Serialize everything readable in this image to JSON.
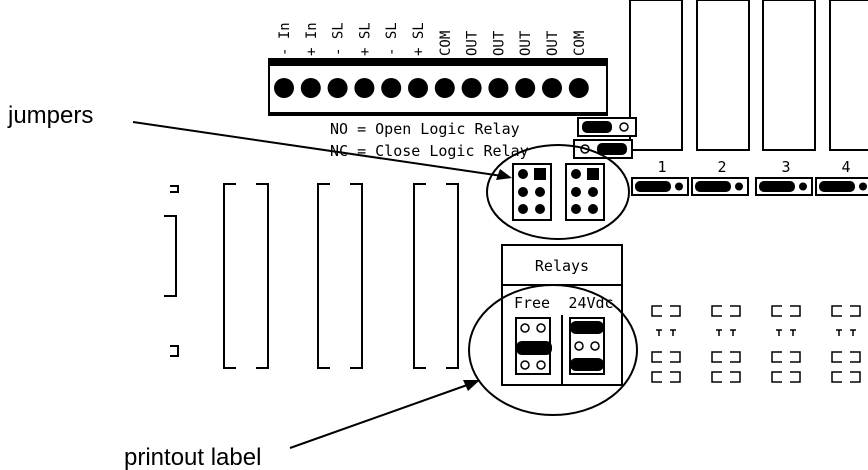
{
  "callouts": {
    "jumpers": "jumpers",
    "printout_label": "printout label"
  },
  "terminal_labels": [
    "- In",
    "+ In",
    "- SL",
    "+ SL",
    "- SL",
    "+ SL",
    "COM",
    "OUT",
    "OUT",
    "OUT",
    "OUT",
    "COM"
  ],
  "legend": {
    "no_line": "NO = Open Logic Relay",
    "nc_line": "NC = Close Logic Relay"
  },
  "relay_numbers": [
    "1",
    "2",
    "3",
    "4"
  ],
  "relays_label": {
    "title": "Relays",
    "free": "Free",
    "vdc": "24Vdc"
  }
}
